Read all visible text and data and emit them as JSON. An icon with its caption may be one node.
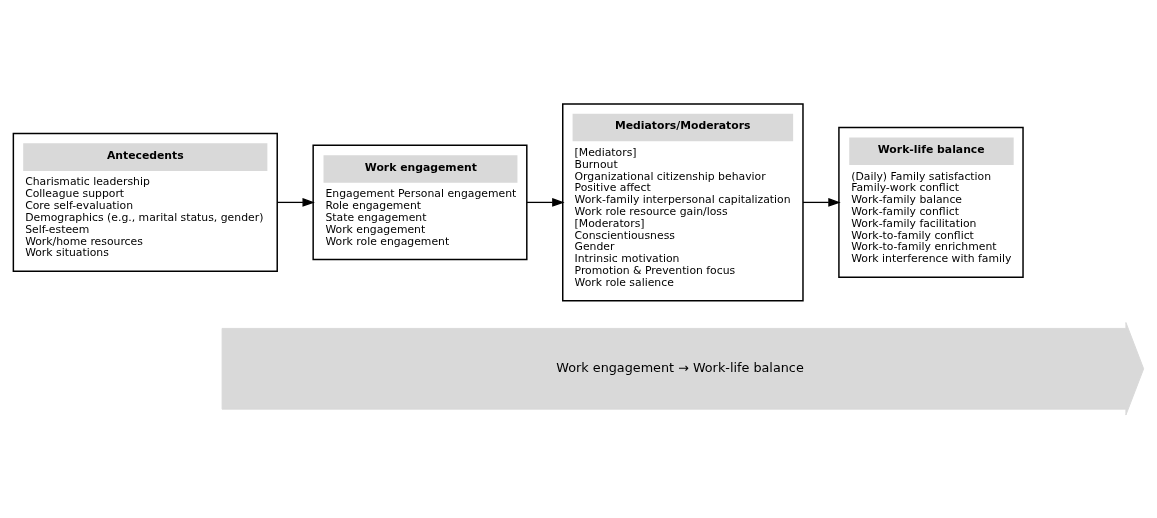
{
  "diagram": {
    "nodes": [
      {
        "text": [
          "Antecedents",
          "Charismatic leadership",
          "Colleague support",
          "Core self-evaluation",
          "Demographics (e.g., marital status, gender)",
          "Self-esteem",
          "Work/home resources",
          "Work situations"
        ]
      },
      {
        "text": [
          "Work engagement",
          "Engagement Personal engagement",
          "Role engagement",
          "State engagement",
          "Work engagement",
          "Work role engagement"
        ]
      },
      {
        "text": [
          "Mediators/Moderators",
          "[Mediators]",
          "Burnout",
          "Organizational citizenship behavior",
          "Positive affect",
          "Work-family interpersonal capitalization",
          "Work role resource gain/loss",
          "[Moderators]",
          "Conscientiousness",
          "Gender",
          "Intrinsic motivation",
          "Promotion & Prevention focus",
          "Work role salience"
        ]
      },
      {
        "text": [
          "Work-life balance",
          "(Daily) Family satisfaction",
          "Family-work conflict",
          "Work-family balance",
          "Work-family conflict",
          "Work-family facilitation",
          "Work-to-family conflict",
          "Work-to-family enrichment",
          "Work interference with family"
        ]
      },
      {
        "text": [
          "Work engagement → Work-life balance"
        ]
      }
    ],
    "edges": [
      {
        "from": 0,
        "to": 1,
        "arrow": "to"
      },
      {
        "from": 1,
        "to": 2,
        "arrow": "to"
      },
      {
        "from": 2,
        "to": 3,
        "arrow": "to"
      }
    ]
  }
}
